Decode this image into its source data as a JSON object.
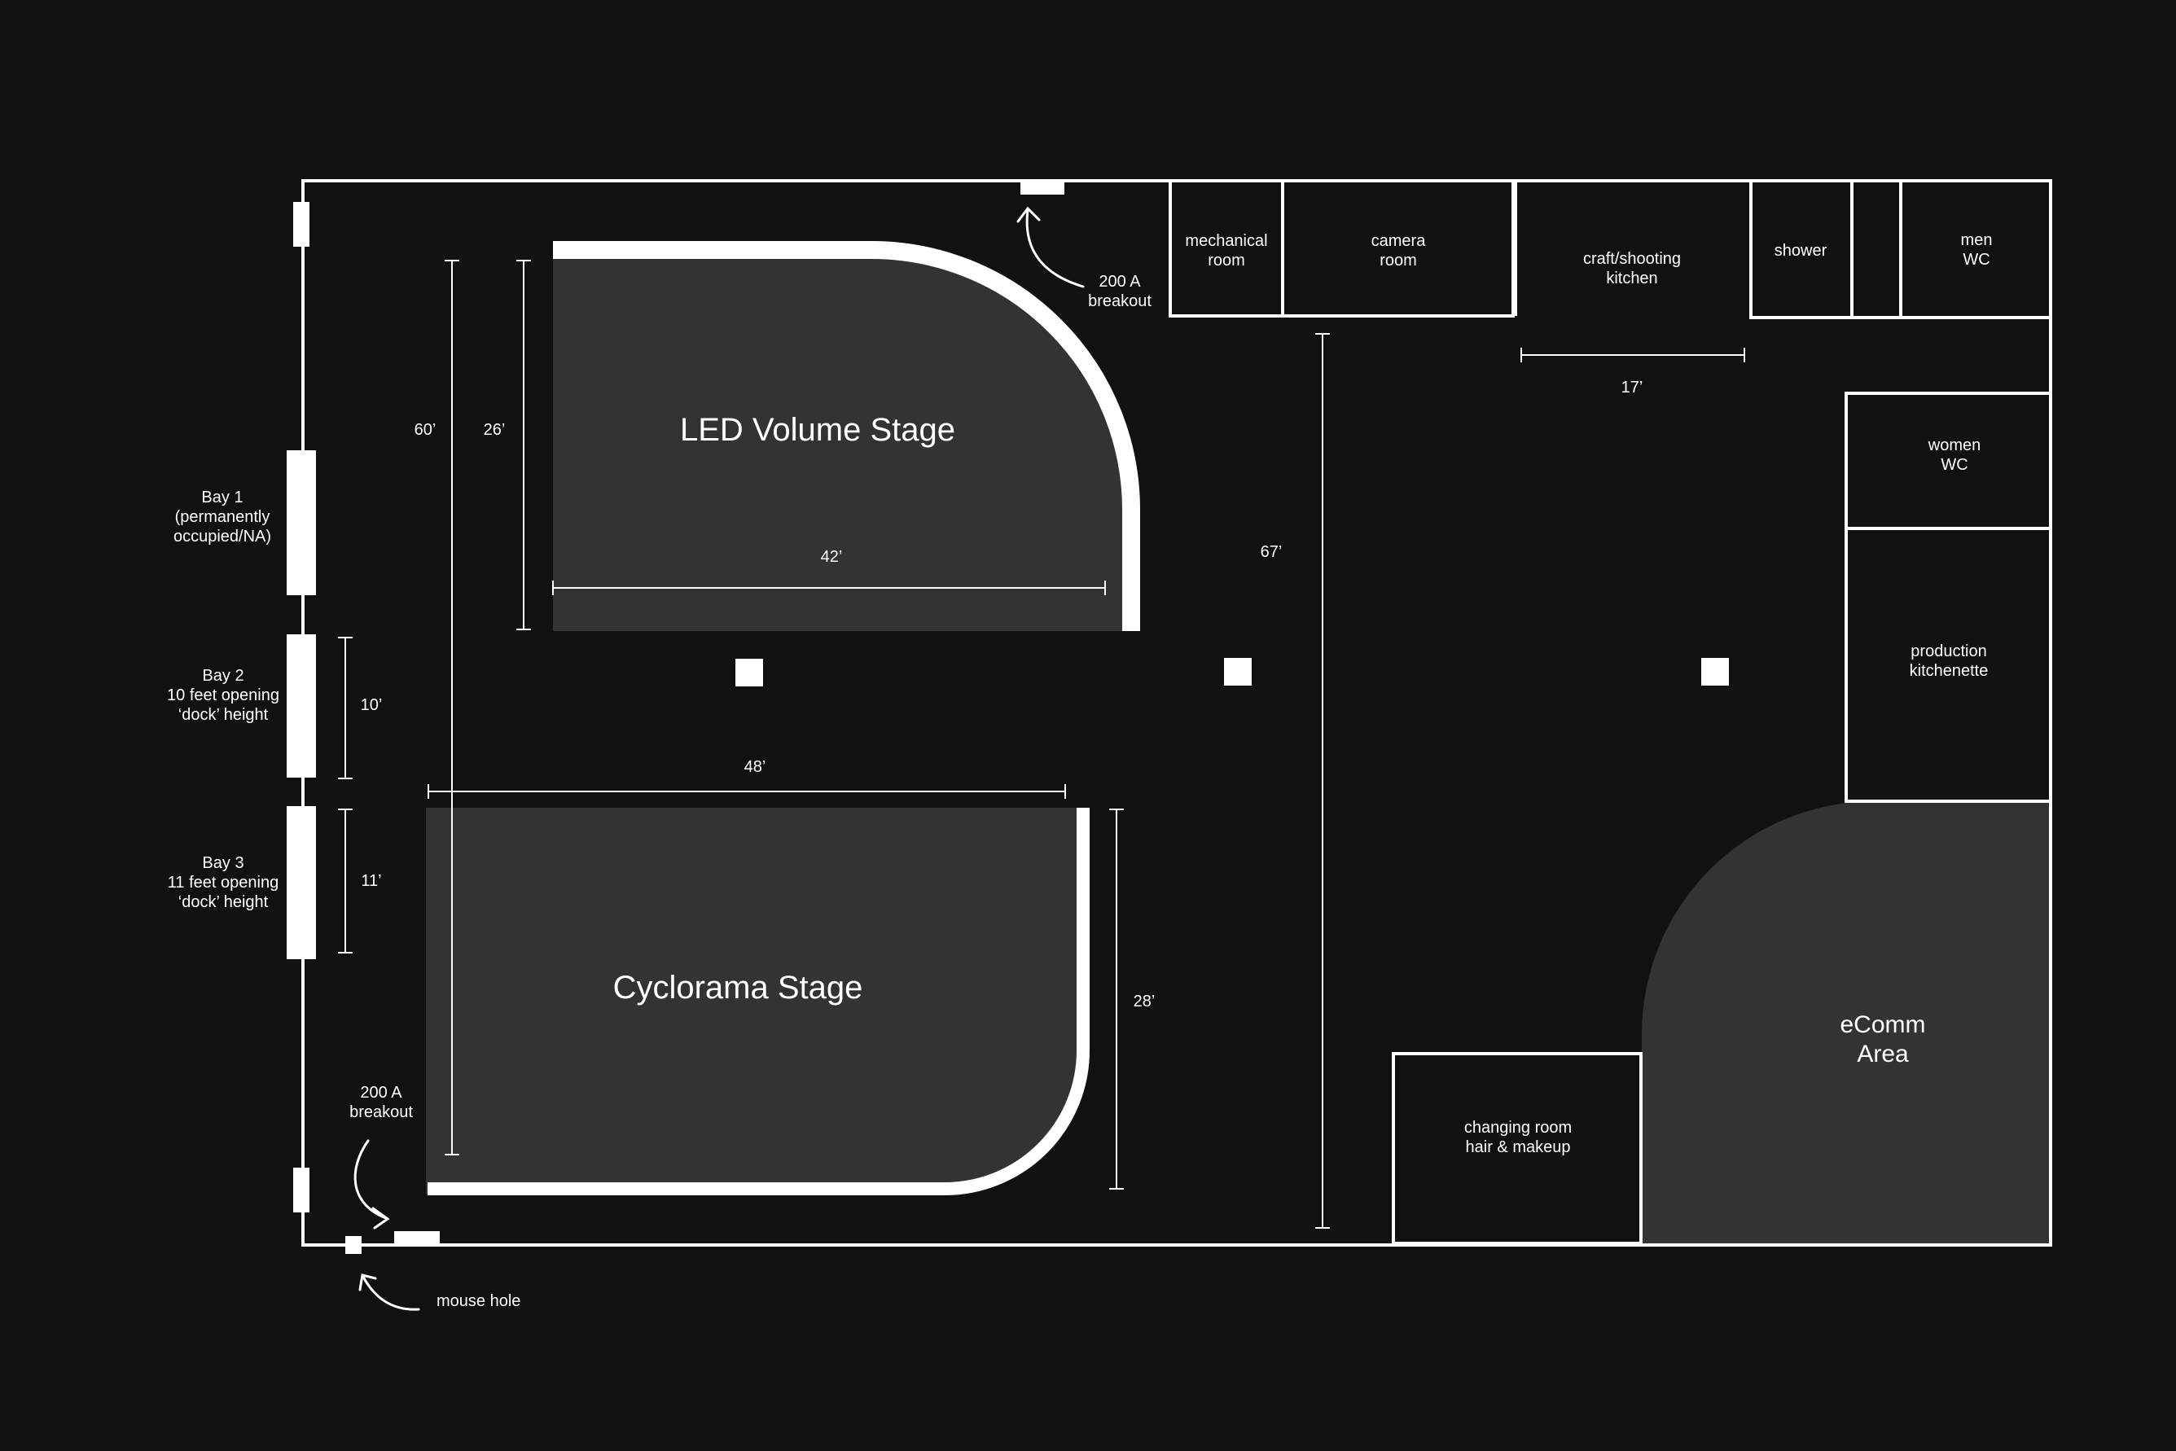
{
  "colors": {
    "background": "#111111",
    "stage_fill": "#333333",
    "line": "#ffffff"
  },
  "stages": {
    "led": {
      "title": "LED Volume Stage"
    },
    "cyc": {
      "title": "Cyclorama Stage"
    },
    "ecomm": {
      "line1": "eComm",
      "line2": "Area"
    }
  },
  "rooms": {
    "mechanical": {
      "line1": "mechanical",
      "line2": "room"
    },
    "camera": {
      "line1": "camera",
      "line2": "room"
    },
    "craft": {
      "line1": "craft/shooting",
      "line2": "kitchen"
    },
    "shower": {
      "line1": "shower"
    },
    "men_wc": {
      "line1": "men",
      "line2": "WC"
    },
    "women_wc": {
      "line1": "women",
      "line2": "WC"
    },
    "production": {
      "line1": "production",
      "line2": "kitchenette"
    },
    "changing": {
      "line1": "changing room",
      "line2": "hair & makeup"
    }
  },
  "bays": {
    "bay1": {
      "line1": "Bay 1",
      "line2": "(permanently",
      "line3": "occupied/NA)"
    },
    "bay2": {
      "line1": "Bay 2",
      "line2": "10 feet opening",
      "line3": "‘dock’ height"
    },
    "bay3": {
      "line1": "Bay 3",
      "line2": "11 feet opening",
      "line3": "‘dock’ height"
    }
  },
  "breakouts": {
    "top": {
      "line1": "200 A",
      "line2": "breakout"
    },
    "bottom": {
      "line1": "200 A",
      "line2": "breakout"
    }
  },
  "mouse_hole": "mouse hole",
  "dimensions": {
    "d60": "60’",
    "d26": "26’",
    "d42": "42’",
    "d67": "67’",
    "d17": "17’",
    "d10": "10’",
    "d11": "11’",
    "d48": "48’",
    "d28": "28’"
  }
}
